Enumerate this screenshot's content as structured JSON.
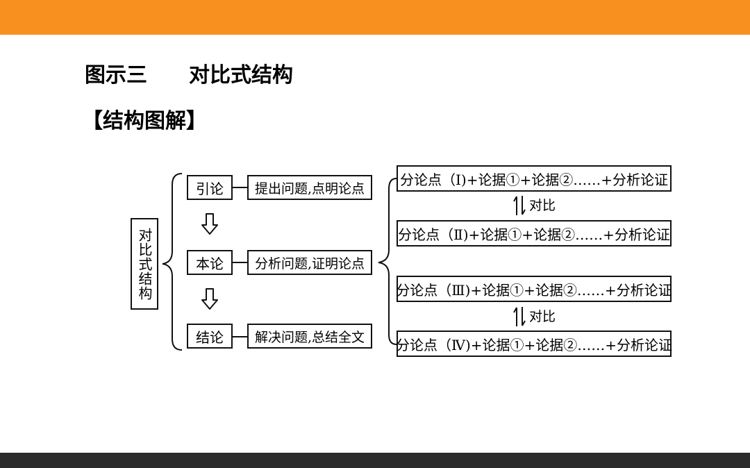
{
  "slide": {
    "title": "图示三　　对比式结构",
    "section_label": "【结构图解】"
  },
  "diagram": {
    "root": "对比式结构",
    "stages": [
      {
        "label": "引论",
        "description": "提出问题,点明论点"
      },
      {
        "label": "本论",
        "description": "分析问题,证明论点"
      },
      {
        "label": "结论",
        "description": "解决问题,总结全文"
      }
    ],
    "sub_points": [
      "分论点（Ⅰ)+论据①+论据②……+分析论证",
      "分论点（Ⅱ)+论据①+论据②……+分析论证",
      "分论点（Ⅲ)+论据①+论据②……+分析论证",
      "分论点（Ⅳ)+论据①+论据②……+分析论证"
    ],
    "comparisons": [
      "对比",
      "对比"
    ]
  },
  "colors": {
    "header_bar": "#f7901e",
    "footer_bar": "#2b2b2b",
    "ink": "#111111"
  }
}
